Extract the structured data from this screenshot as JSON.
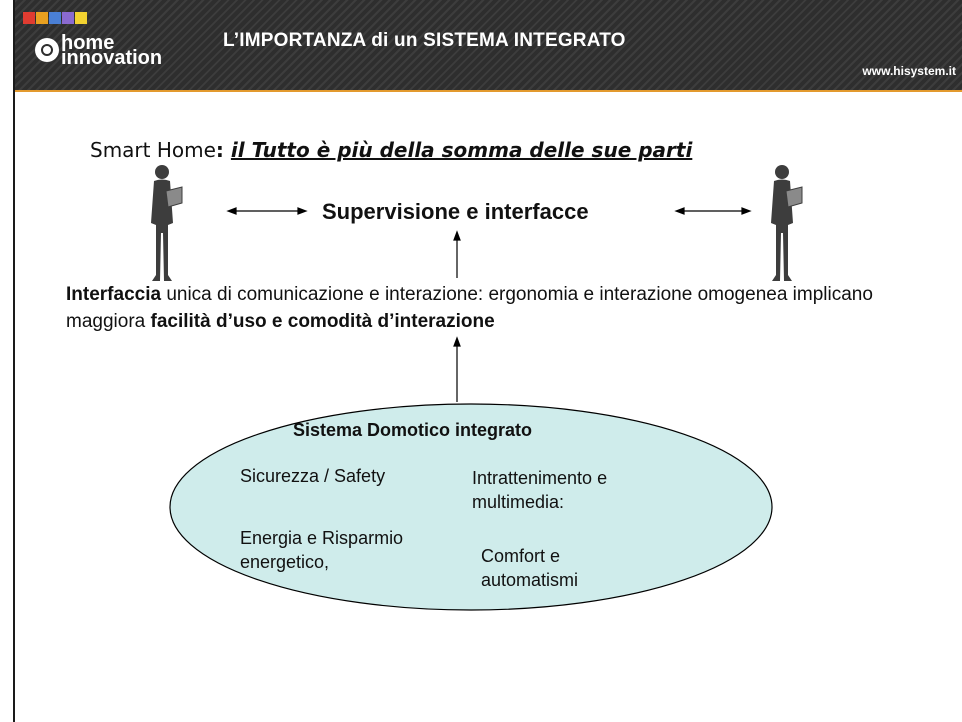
{
  "header": {
    "logo_top": "home",
    "logo_bottom": "innovation",
    "title": "L’IMPORTANZA di un SISTEMA INTEGRATO",
    "url": "www.hisystem.it",
    "accent_color": "#e39a2e",
    "logo_square_colors": [
      "#e03c31",
      "#e8a020",
      "#4a7fd4",
      "#8a6ad0",
      "#f2d230"
    ]
  },
  "subtitle": {
    "plain": "Smart Home",
    "colon": ": ",
    "emphasis": "il Tutto è più della somma delle sue parti"
  },
  "supervision": {
    "label": "Supervisione e interfacce"
  },
  "interface": {
    "bold1": "Interfaccia",
    "text1": " unica di comunicazione e interazione: ergonomia e interazione omogenea implicano maggiora ",
    "bold2": "facilità d’uso e comodità d’interazione"
  },
  "sistema": {
    "title": "Sistema Domotico integrato",
    "ellipse_color": "#cfeceb",
    "items": [
      "Sicurezza / Safety",
      "Intrattenimento e multimedia:",
      "Energia e Risparmio energetico,",
      "Comfort e automatismi"
    ]
  }
}
